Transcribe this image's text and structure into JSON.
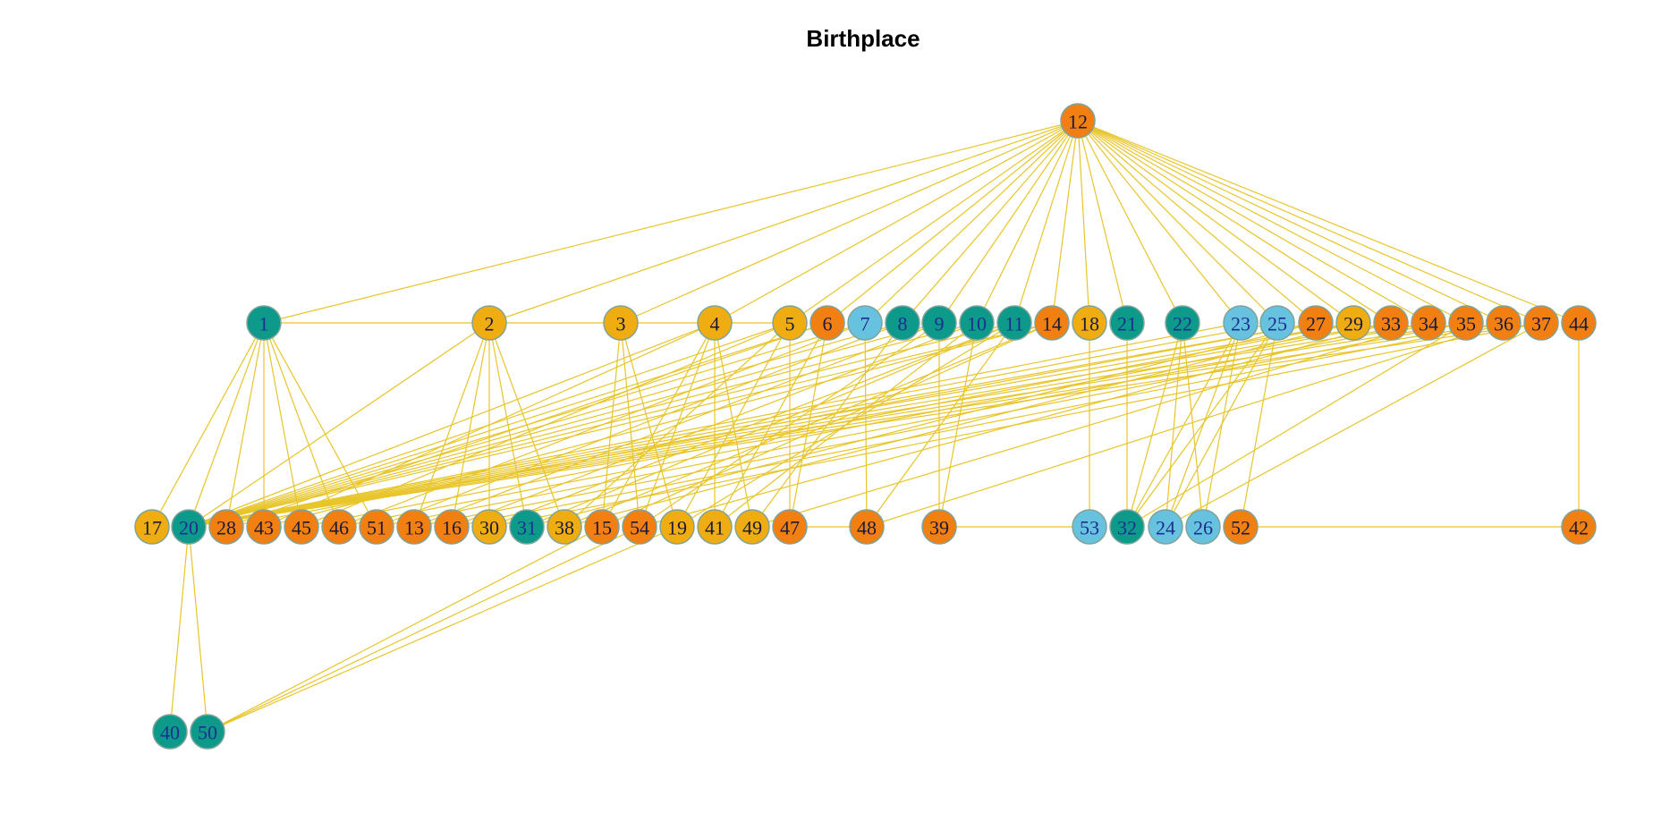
{
  "title": "Birthplace",
  "colors": {
    "edge": "#E8C52A",
    "node_border": "#7fa39a",
    "teal": "#0E9A8A",
    "gold": "#F0AD12",
    "orange": "#F27F12",
    "lightblue": "#66C2DE",
    "label_dark": "#1a1a3a",
    "label_blue": "#1c2f8f"
  },
  "nodes": [
    {
      "id": "12",
      "color": "orange"
    },
    {
      "id": "1",
      "color": "teal"
    },
    {
      "id": "2",
      "color": "gold"
    },
    {
      "id": "3",
      "color": "gold"
    },
    {
      "id": "4",
      "color": "gold"
    },
    {
      "id": "5",
      "color": "gold"
    },
    {
      "id": "6",
      "color": "orange"
    },
    {
      "id": "7",
      "color": "lightblue"
    },
    {
      "id": "8",
      "color": "teal"
    },
    {
      "id": "9",
      "color": "teal"
    },
    {
      "id": "10",
      "color": "teal"
    },
    {
      "id": "11",
      "color": "teal"
    },
    {
      "id": "14",
      "color": "orange"
    },
    {
      "id": "18",
      "color": "gold"
    },
    {
      "id": "21",
      "color": "teal"
    },
    {
      "id": "22",
      "color": "teal"
    },
    {
      "id": "23",
      "color": "lightblue"
    },
    {
      "id": "25",
      "color": "lightblue"
    },
    {
      "id": "27",
      "color": "orange"
    },
    {
      "id": "29",
      "color": "gold"
    },
    {
      "id": "33",
      "color": "orange"
    },
    {
      "id": "34",
      "color": "orange"
    },
    {
      "id": "35",
      "color": "orange"
    },
    {
      "id": "36",
      "color": "orange"
    },
    {
      "id": "37",
      "color": "orange"
    },
    {
      "id": "44",
      "color": "orange"
    },
    {
      "id": "17",
      "color": "gold"
    },
    {
      "id": "20",
      "color": "teal"
    },
    {
      "id": "28",
      "color": "orange"
    },
    {
      "id": "43",
      "color": "orange"
    },
    {
      "id": "45",
      "color": "orange"
    },
    {
      "id": "46",
      "color": "orange"
    },
    {
      "id": "51",
      "color": "orange"
    },
    {
      "id": "13",
      "color": "orange"
    },
    {
      "id": "16",
      "color": "orange"
    },
    {
      "id": "30",
      "color": "gold"
    },
    {
      "id": "31",
      "color": "teal"
    },
    {
      "id": "38",
      "color": "gold"
    },
    {
      "id": "15",
      "color": "orange"
    },
    {
      "id": "54",
      "color": "orange"
    },
    {
      "id": "19",
      "color": "gold"
    },
    {
      "id": "41",
      "color": "gold"
    },
    {
      "id": "49",
      "color": "gold"
    },
    {
      "id": "47",
      "color": "orange"
    },
    {
      "id": "48",
      "color": "orange"
    },
    {
      "id": "39",
      "color": "orange"
    },
    {
      "id": "53",
      "color": "lightblue"
    },
    {
      "id": "32",
      "color": "teal"
    },
    {
      "id": "24",
      "color": "lightblue"
    },
    {
      "id": "26",
      "color": "lightblue"
    },
    {
      "id": "52",
      "color": "orange"
    },
    {
      "id": "42",
      "color": "orange"
    },
    {
      "id": "40",
      "color": "teal"
    },
    {
      "id": "50",
      "color": "teal"
    }
  ],
  "edges": [
    [
      "12",
      "1"
    ],
    [
      "12",
      "2"
    ],
    [
      "12",
      "3"
    ],
    [
      "12",
      "4"
    ],
    [
      "12",
      "5"
    ],
    [
      "12",
      "6"
    ],
    [
      "12",
      "7"
    ],
    [
      "12",
      "8"
    ],
    [
      "12",
      "9"
    ],
    [
      "12",
      "10"
    ],
    [
      "12",
      "11"
    ],
    [
      "12",
      "14"
    ],
    [
      "12",
      "18"
    ],
    [
      "12",
      "21"
    ],
    [
      "12",
      "22"
    ],
    [
      "12",
      "23"
    ],
    [
      "12",
      "25"
    ],
    [
      "12",
      "27"
    ],
    [
      "12",
      "29"
    ],
    [
      "12",
      "33"
    ],
    [
      "12",
      "34"
    ],
    [
      "12",
      "35"
    ],
    [
      "12",
      "36"
    ],
    [
      "12",
      "37"
    ],
    [
      "12",
      "44"
    ],
    [
      "1",
      "2"
    ],
    [
      "2",
      "3"
    ],
    [
      "3",
      "4"
    ],
    [
      "4",
      "5"
    ],
    [
      "1",
      "17"
    ],
    [
      "1",
      "20"
    ],
    [
      "1",
      "28"
    ],
    [
      "1",
      "43"
    ],
    [
      "1",
      "45"
    ],
    [
      "1",
      "46"
    ],
    [
      "1",
      "51"
    ],
    [
      "2",
      "20"
    ],
    [
      "2",
      "13"
    ],
    [
      "2",
      "16"
    ],
    [
      "2",
      "30"
    ],
    [
      "2",
      "31"
    ],
    [
      "2",
      "38"
    ],
    [
      "3",
      "15"
    ],
    [
      "3",
      "54"
    ],
    [
      "3",
      "19"
    ],
    [
      "4",
      "41"
    ],
    [
      "4",
      "49"
    ],
    [
      "4",
      "20"
    ],
    [
      "4",
      "43"
    ],
    [
      "4",
      "15"
    ],
    [
      "4",
      "54"
    ],
    [
      "5",
      "47"
    ],
    [
      "5",
      "20"
    ],
    [
      "5",
      "45"
    ],
    [
      "5",
      "38"
    ],
    [
      "5",
      "19"
    ],
    [
      "6",
      "20"
    ],
    [
      "6",
      "28"
    ],
    [
      "6",
      "41"
    ],
    [
      "6",
      "47"
    ],
    [
      "7",
      "48"
    ],
    [
      "7",
      "20"
    ],
    [
      "7",
      "46"
    ],
    [
      "8",
      "20"
    ],
    [
      "8",
      "51"
    ],
    [
      "8",
      "49"
    ],
    [
      "9",
      "39"
    ],
    [
      "9",
      "20"
    ],
    [
      "9",
      "13"
    ],
    [
      "9",
      "54"
    ],
    [
      "10",
      "20"
    ],
    [
      "10",
      "16"
    ],
    [
      "10",
      "41"
    ],
    [
      "10",
      "39"
    ],
    [
      "11",
      "20"
    ],
    [
      "11",
      "30"
    ],
    [
      "11",
      "31"
    ],
    [
      "11",
      "48"
    ],
    [
      "11",
      "19"
    ],
    [
      "14",
      "20"
    ],
    [
      "14",
      "43"
    ],
    [
      "14",
      "38"
    ],
    [
      "14",
      "15"
    ],
    [
      "18",
      "53"
    ],
    [
      "21",
      "32"
    ],
    [
      "22",
      "32"
    ],
    [
      "22",
      "24"
    ],
    [
      "22",
      "26"
    ],
    [
      "23",
      "32"
    ],
    [
      "23",
      "24"
    ],
    [
      "23",
      "26"
    ],
    [
      "23",
      "20"
    ],
    [
      "25",
      "32"
    ],
    [
      "25",
      "24"
    ],
    [
      "25",
      "52"
    ],
    [
      "25",
      "20"
    ],
    [
      "27",
      "20"
    ],
    [
      "27",
      "28"
    ],
    [
      "27",
      "31"
    ],
    [
      "29",
      "20"
    ],
    [
      "29",
      "45"
    ],
    [
      "29",
      "38"
    ],
    [
      "33",
      "20"
    ],
    [
      "33",
      "46"
    ],
    [
      "33",
      "54"
    ],
    [
      "34",
      "20"
    ],
    [
      "34",
      "51"
    ],
    [
      "34",
      "49"
    ],
    [
      "35",
      "20"
    ],
    [
      "35",
      "13"
    ],
    [
      "35",
      "32"
    ],
    [
      "36",
      "20"
    ],
    [
      "36",
      "16"
    ],
    [
      "36",
      "48"
    ],
    [
      "37",
      "20"
    ],
    [
      "37",
      "30"
    ],
    [
      "37",
      "24"
    ],
    [
      "44",
      "42"
    ],
    [
      "20",
      "40"
    ],
    [
      "20",
      "50"
    ],
    [
      "50",
      "15"
    ],
    [
      "50",
      "54"
    ],
    [
      "50",
      "19"
    ],
    [
      "47",
      "48"
    ],
    [
      "39",
      "53"
    ],
    [
      "52",
      "42"
    ]
  ]
}
